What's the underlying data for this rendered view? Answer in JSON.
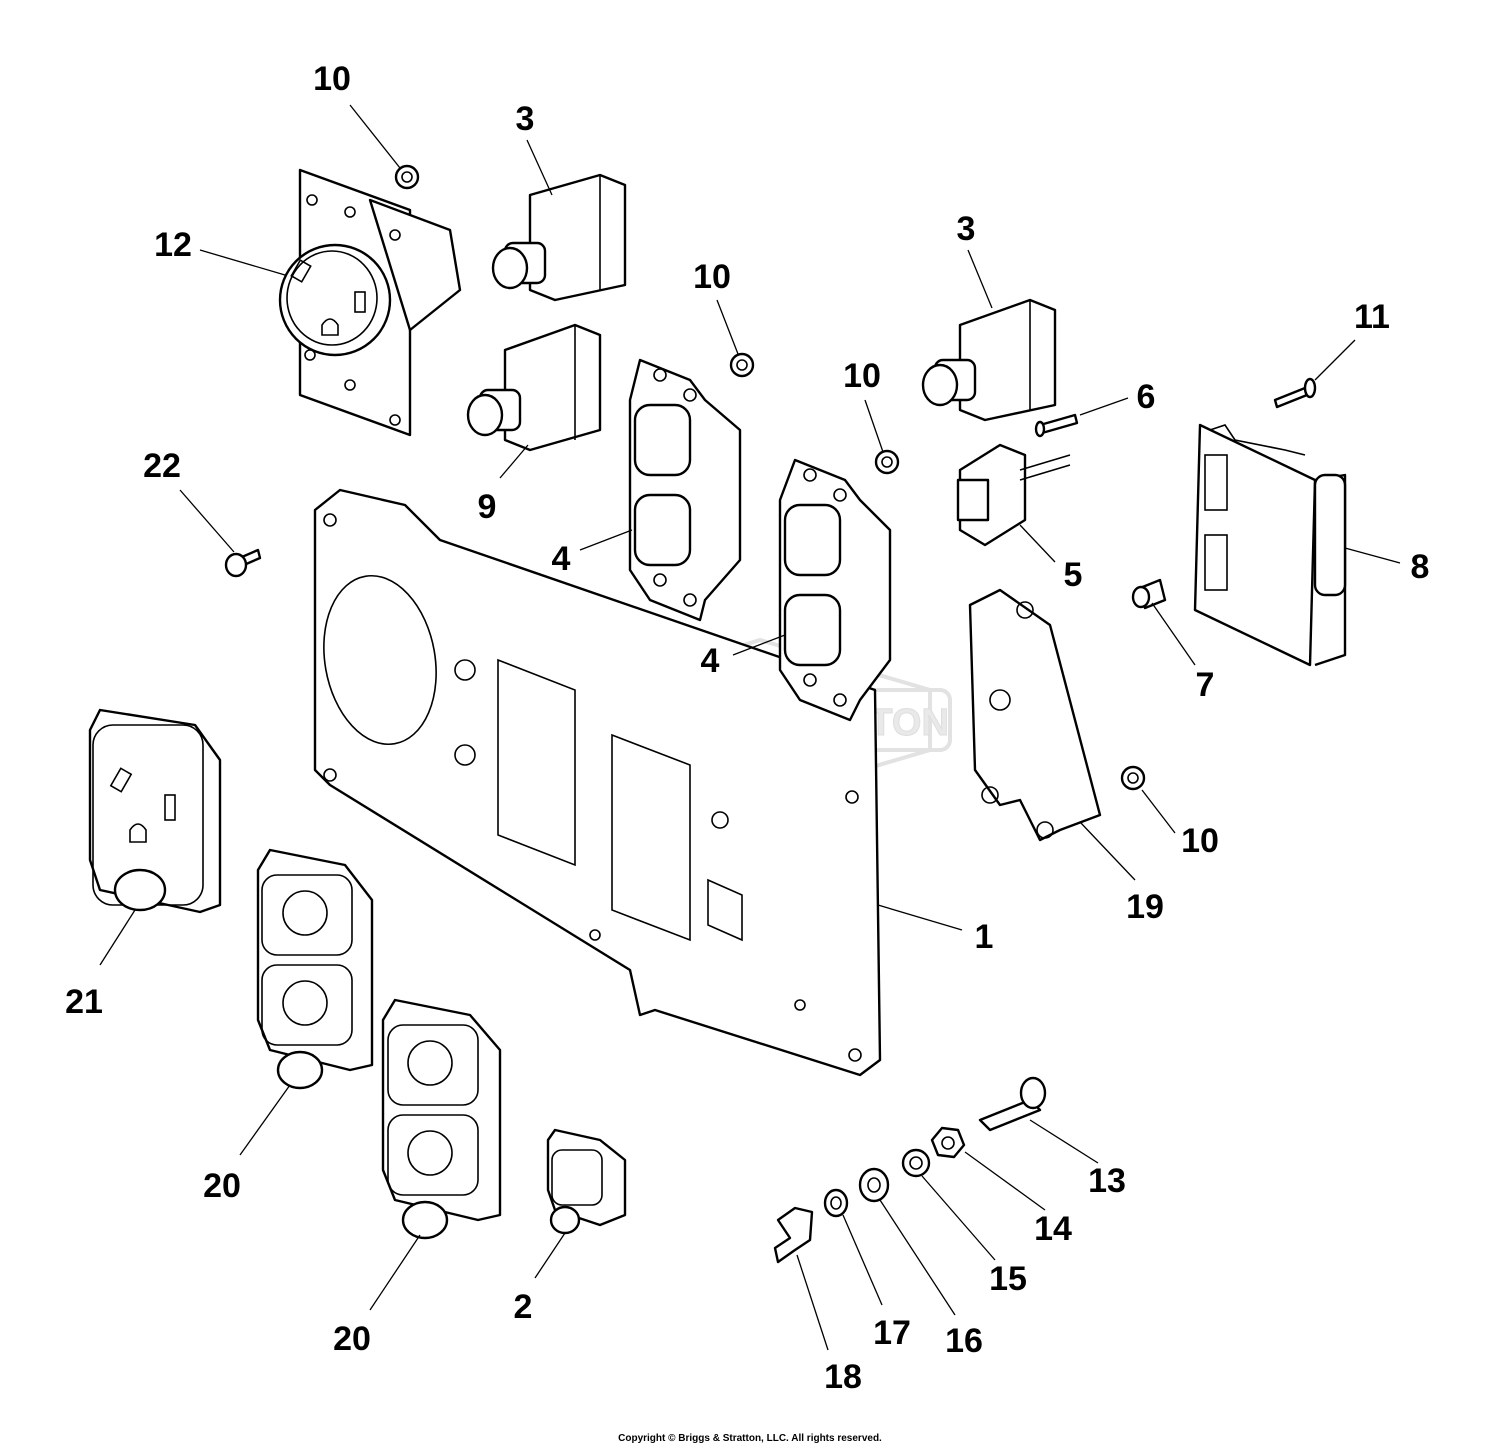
{
  "watermark": {
    "text": "BRIGGS & STRATTON"
  },
  "copyright": "Copyright © Briggs & Stratton, LLC. All rights reserved.",
  "callouts": [
    {
      "id": "c10a",
      "label": "10"
    },
    {
      "id": "c3a",
      "label": "3"
    },
    {
      "id": "c12",
      "label": "12"
    },
    {
      "id": "c10b",
      "label": "10"
    },
    {
      "id": "c3b",
      "label": "3"
    },
    {
      "id": "c11",
      "label": "11"
    },
    {
      "id": "c10c",
      "label": "10"
    },
    {
      "id": "c6",
      "label": "6"
    },
    {
      "id": "c22",
      "label": "22"
    },
    {
      "id": "c9",
      "label": "9"
    },
    {
      "id": "c4a",
      "label": "4"
    },
    {
      "id": "c5",
      "label": "5"
    },
    {
      "id": "c8",
      "label": "8"
    },
    {
      "id": "c4b",
      "label": "4"
    },
    {
      "id": "c7",
      "label": "7"
    },
    {
      "id": "c10d",
      "label": "10"
    },
    {
      "id": "c19",
      "label": "19"
    },
    {
      "id": "c1",
      "label": "1"
    },
    {
      "id": "c21",
      "label": "21"
    },
    {
      "id": "c20a",
      "label": "20"
    },
    {
      "id": "c13",
      "label": "13"
    },
    {
      "id": "c14",
      "label": "14"
    },
    {
      "id": "c15",
      "label": "15"
    },
    {
      "id": "c20b",
      "label": "20"
    },
    {
      "id": "c2",
      "label": "2"
    },
    {
      "id": "c17",
      "label": "17"
    },
    {
      "id": "c16",
      "label": "16"
    },
    {
      "id": "c18",
      "label": "18"
    }
  ]
}
